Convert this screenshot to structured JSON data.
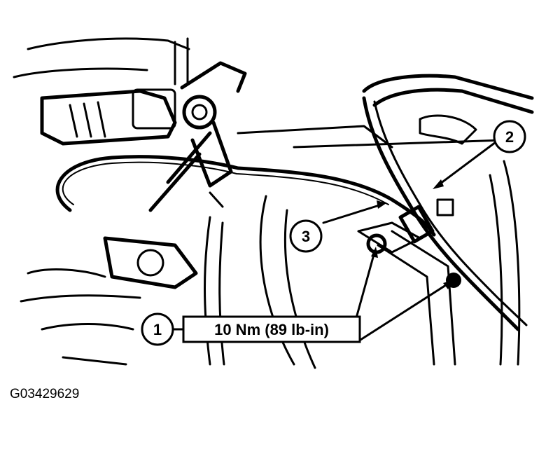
{
  "callouts": [
    {
      "number": "1"
    },
    {
      "number": "2"
    },
    {
      "number": "3"
    }
  ],
  "torque_spec": "10 Nm (89 lb-in)",
  "figure_id": "G03429629"
}
